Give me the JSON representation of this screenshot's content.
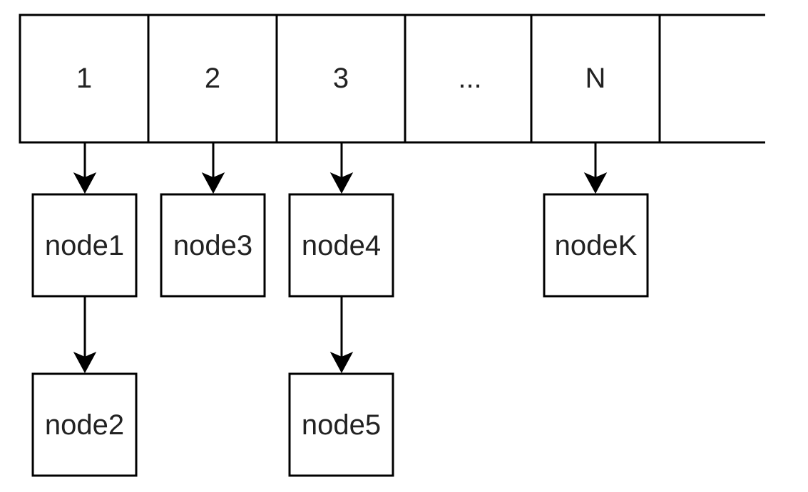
{
  "array": {
    "cells": [
      {
        "id": "1",
        "label": "1"
      },
      {
        "id": "2",
        "label": "2"
      },
      {
        "id": "3",
        "label": "3"
      },
      {
        "id": "ellipsis",
        "label": "..."
      },
      {
        "id": "n",
        "label": "N"
      }
    ]
  },
  "nodes": {
    "node1": "node1",
    "node2": "node2",
    "node3": "node3",
    "node4": "node4",
    "node5": "node5",
    "nodeK": "nodeK"
  },
  "colors": {
    "stroke": "#000000",
    "text": "#222222",
    "background": "#ffffff"
  }
}
